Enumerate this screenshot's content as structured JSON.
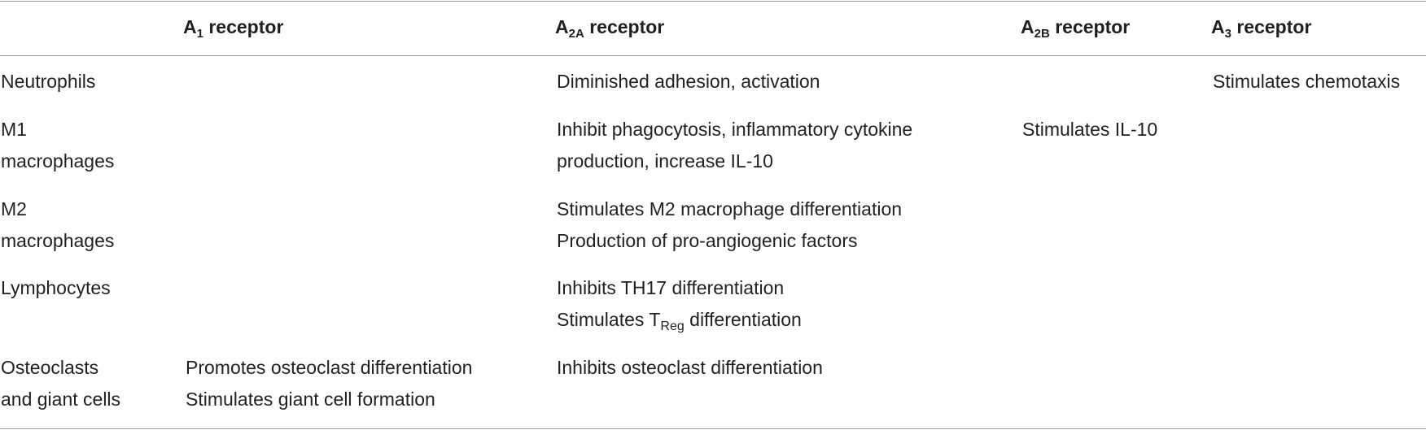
{
  "headers": {
    "a1": {
      "base": "A",
      "sub": "1",
      "suffix": " receptor"
    },
    "a2a": {
      "base": "A",
      "sub": "2A",
      "suffix": " receptor"
    },
    "a2b": {
      "base": "A",
      "sub": "2B",
      "suffix": " receptor"
    },
    "a3": {
      "base": "A",
      "sub": "3",
      "suffix": " receptor"
    }
  },
  "rows": {
    "neutrophils": {
      "cell_type": [
        "Neutrophils"
      ],
      "a2a": [
        "Diminished adhesion, activation"
      ],
      "a3": [
        "Stimulates chemotaxis"
      ]
    },
    "m1": {
      "cell_type": [
        "M1",
        "macrophages"
      ],
      "a2a": [
        "Inhibit phagocytosis, inflammatory cytokine",
        "production, increase IL-10"
      ],
      "a2b": [
        "Stimulates IL-10"
      ]
    },
    "m2": {
      "cell_type": [
        "M2",
        "macrophages"
      ],
      "a2a": [
        "Stimulates M2 macrophage differentiation",
        "Production of pro-angiogenic factors"
      ]
    },
    "lymphocytes": {
      "cell_type": [
        "Lymphocytes"
      ],
      "a2a_line1": "Inhibits TH17 differentiation",
      "a2a_line2": {
        "pre": "Stimulates T",
        "sub": "Reg",
        "post": " differentiation"
      }
    },
    "osteoclasts": {
      "cell_type": [
        "Osteoclasts",
        "and giant cells"
      ],
      "a1": [
        "Promotes osteoclast differentiation",
        "Stimulates giant cell formation"
      ],
      "a2a": [
        "Inhibits osteoclast differentiation"
      ]
    }
  }
}
